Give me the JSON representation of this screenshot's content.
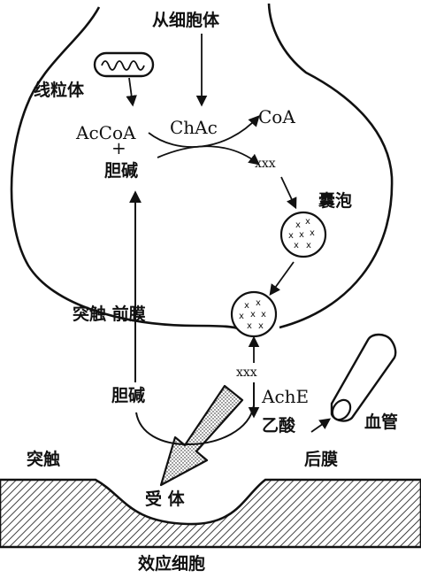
{
  "labels": {
    "from_cell_body": "从细胞体",
    "mitochondrion": "线粒体",
    "accoa": "AcCoA",
    "plus": "+",
    "chac": "ChAc",
    "coa": "CoA",
    "choline_top": "胆碱",
    "ach_small": "xxx",
    "vesicle": "囊泡",
    "presynaptic_membrane": "突触 前膜",
    "ach_cleft": "xxx",
    "choline_bottom": "胆碱",
    "ache": "AchE",
    "acetic_acid": "乙酸",
    "blood_vessel": "血管",
    "synapse": "突触",
    "postsynaptic_membrane": "后膜",
    "receptor": "受  体",
    "effector_cell": "效应细胞"
  },
  "colors": {
    "ink": "#111111",
    "paper": "#ffffff"
  }
}
